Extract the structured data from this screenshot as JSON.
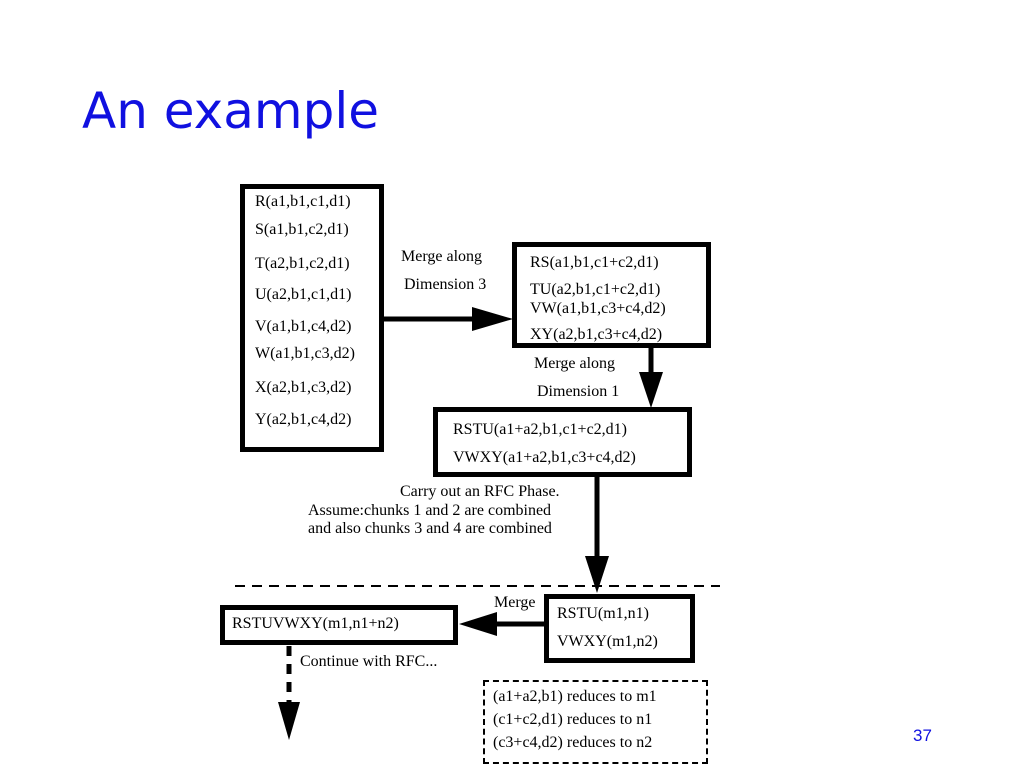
{
  "slide": {
    "title": "An example",
    "page_number": "37"
  },
  "diagram": {
    "chunks": [
      "R(a1,b1,c1,d1)",
      "S(a1,b1,c2,d1)",
      "T(a2,b1,c2,d1)",
      "U(a2,b1,c1,d1)",
      "V(a1,b1,c4,d2)",
      "W(a1,b1,c3,d2)",
      "X(a2,b1,c3,d2)",
      "Y(a2,b1,c4,d2)"
    ],
    "merge_dim3": {
      "label_line1": "Merge along",
      "label_line2": "Dimension 3",
      "results": [
        "RS(a1,b1,c1+c2,d1)",
        "TU(a2,b1,c1+c2,d1)",
        "VW(a1,b1,c3+c4,d2)",
        "XY(a2,b1,c3+c4,d2)"
      ]
    },
    "merge_dim1": {
      "label_line1": "Merge along",
      "label_line2": "Dimension 1",
      "results": [
        "RSTU(a1+a2,b1,c1+c2,d1)",
        "VWXY(a1+a2,b1,c3+c4,d2)"
      ]
    },
    "rfc_phase": {
      "line1": "Carry out an RFC Phase.",
      "line2": "Assume:chunks 1 and 2 are combined",
      "line3": "and also chunks 3 and 4 are combined",
      "results": [
        "RSTU(m1,n1)",
        "VWXY(m1,n2)"
      ]
    },
    "final_merge": {
      "label": "Merge",
      "result": "RSTUVWXY(m1,n1+n2)",
      "continue_label": "Continue with RFC..."
    },
    "reductions": [
      "(a1+a2,b1) reduces to m1",
      "(c1+c2,d1) reduces to n1",
      "(c3+c4,d2) reduces to n2"
    ]
  }
}
